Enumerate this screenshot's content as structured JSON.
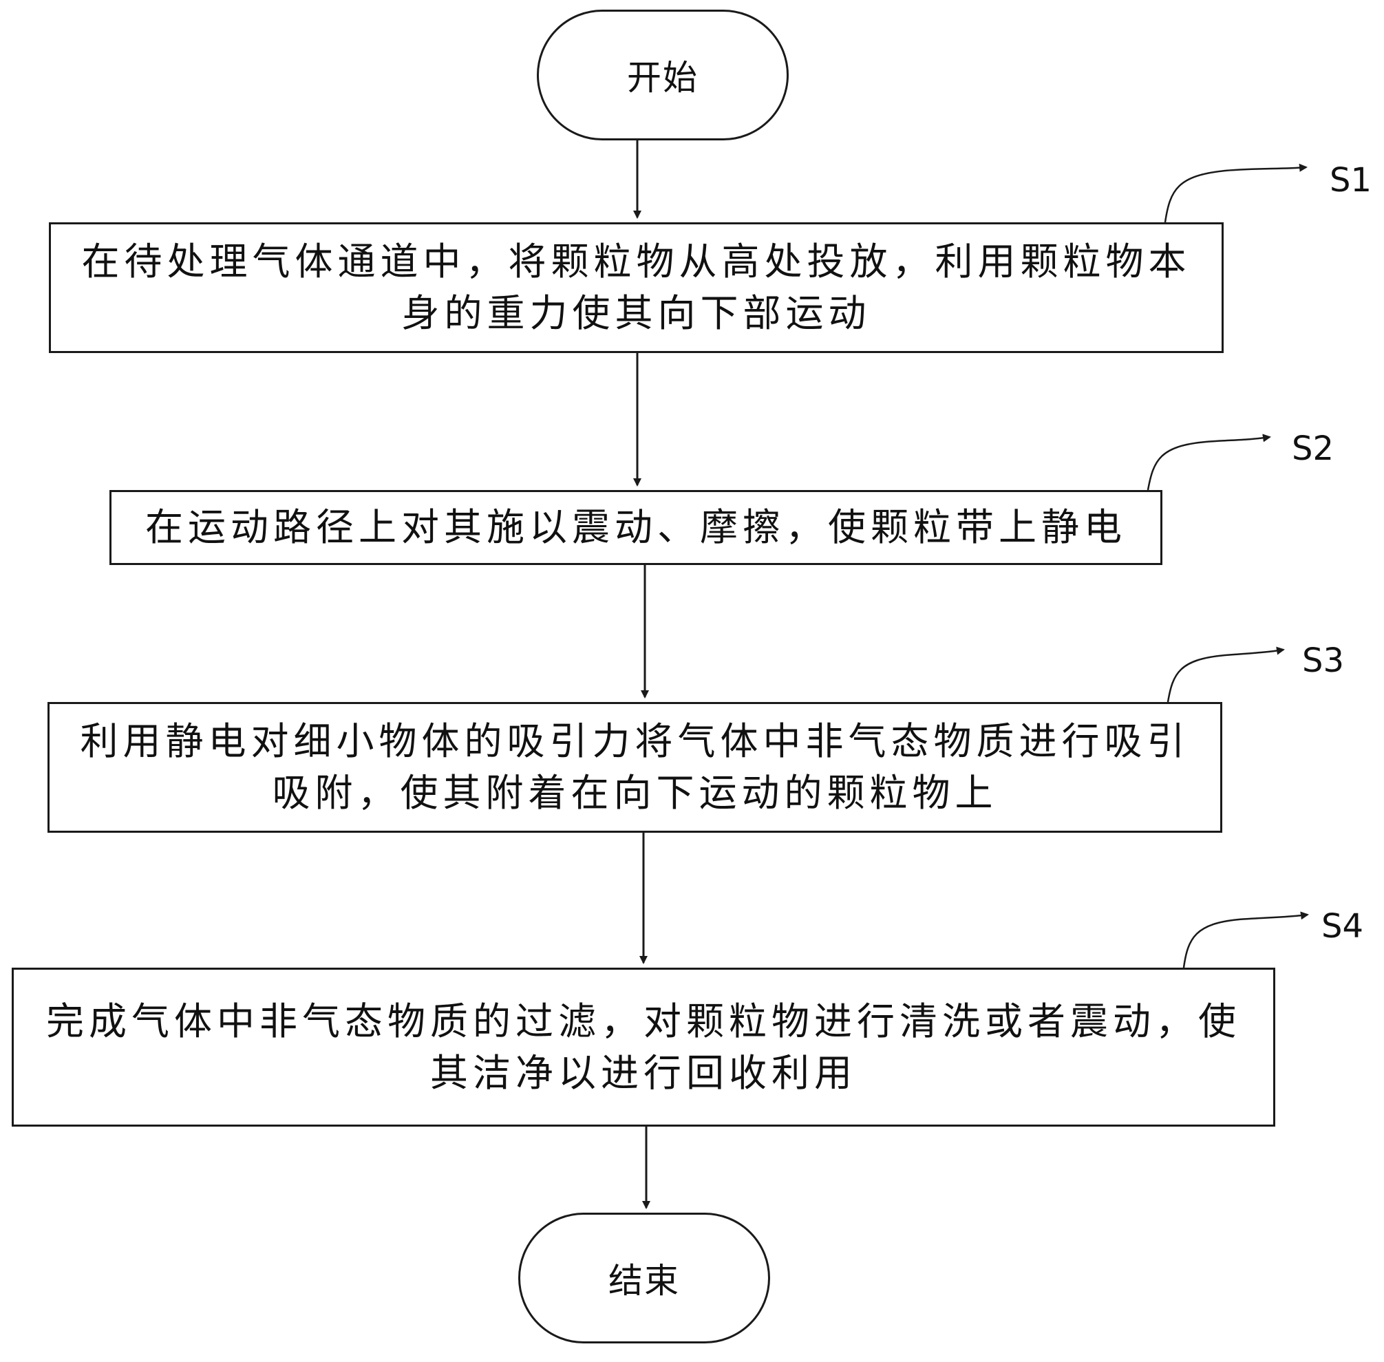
{
  "flowchart": {
    "start": "开始",
    "end": "结束",
    "steps": [
      {
        "label": "S1",
        "text": "在待处理气体通道中，将颗粒物从高处投放，利用颗粒物本身的重力使其向下部运动"
      },
      {
        "label": "S2",
        "text": "在运动路径上对其施以震动、摩擦，使颗粒带上静电"
      },
      {
        "label": "S3",
        "text": "利用静电对细小物体的吸引力将气体中非气态物质进行吸引吸附，使其附着在向下运动的颗粒物上"
      },
      {
        "label": "S4",
        "text": "完成气体中非气态物质的过滤，对颗粒物进行清洗或者震动，使其洁净以进行回收利用"
      }
    ]
  },
  "colors": {
    "line": "#1a1a1a",
    "background": "#ffffff",
    "text": "#111111"
  }
}
